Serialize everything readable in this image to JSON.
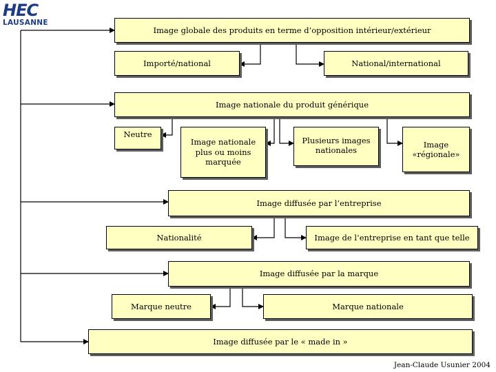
{
  "logo": {
    "main": "HEC",
    "sub": "LAUSANNE"
  },
  "boxes": {
    "global": "Image globale des produits en terme d’opposition intérieur/extérieur",
    "importe": "Importé/national",
    "national_intl": "National/international",
    "produit_generique": "Image nationale du produit générique",
    "neutre": "Neutre",
    "plus_ou_moins": "Image nationale plus ou moins marquée",
    "plusieurs": "Plusieurs images nationales",
    "regionale": "Image «régionale»",
    "entreprise": "Image diffusée par l’entreprise",
    "nationalite": "Nationalité",
    "entreprise_telle": "Image de l’entreprise en tant que telle",
    "marque": "Image diffusée par la marque",
    "marque_neutre": "Marque neutre",
    "marque_nationale": "Marque nationale",
    "made_in": "Image diffusée par le « made in »"
  },
  "credit": "Jean-Claude Usunier 2004",
  "colors": {
    "box_fill": "#ffffc2",
    "shadow": "#5e5e5e",
    "logo": "#1d3b86"
  }
}
